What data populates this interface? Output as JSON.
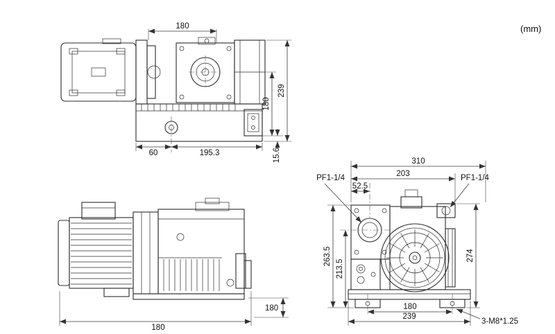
{
  "unit_label": "(mm)",
  "top_view": {
    "dim_width_head": "180",
    "dim_height_total": "239",
    "dim_height_inner": "180",
    "dim_step": "15.6",
    "dim_left": "60",
    "dim_body": "195.3"
  },
  "side_view": {
    "dim_width": "180",
    "dim_height": "180"
  },
  "front_view": {
    "label_port_left": "PF1-1/4",
    "label_port_right": "PF1-1/4",
    "label_bolts": "3-M8*1.25",
    "dim_width_total": "310",
    "dim_width_body": "203",
    "dim_port_offset": "52.5",
    "dim_height_left": "263.5",
    "dim_height_port": "213.5",
    "dim_height_right": "274",
    "dim_feet_span": "180",
    "dim_base_width": "239"
  }
}
